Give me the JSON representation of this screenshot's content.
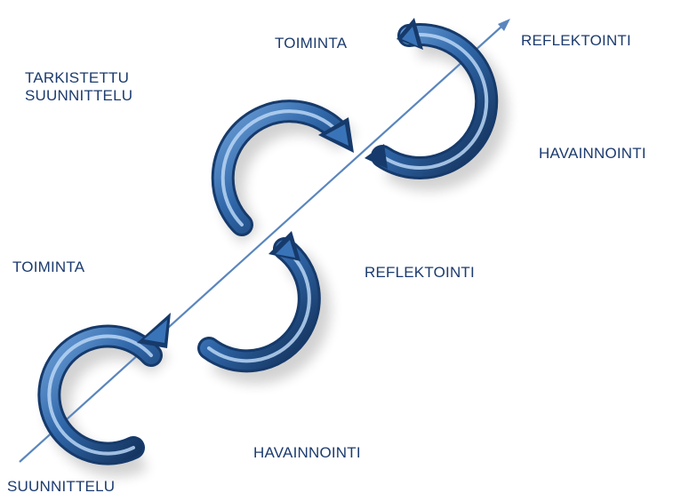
{
  "diagram": {
    "labels": {
      "suunnittelu": "SUUNNITTELU",
      "toiminta_1": "TOIMINTA",
      "havainnointi_1": "HAVAINNOINTI",
      "reflektointi_1": "REFLEKTOINTI",
      "tarkistettu_line1": "TARKISTETTU",
      "tarkistettu_line2": "SUUNNITTELU",
      "toiminta_2": "TOIMINTA",
      "reflektointi_2": "REFLEKTOINTI",
      "havainnointi_2": "HAVAINNOINTI"
    },
    "colors": {
      "arrow_dark": "#163a6b",
      "arrow_mid": "#2f66a8",
      "arrow_light": "#9ec3ec",
      "axis_line": "#5a86bd",
      "text": "#1c3b6e"
    }
  }
}
